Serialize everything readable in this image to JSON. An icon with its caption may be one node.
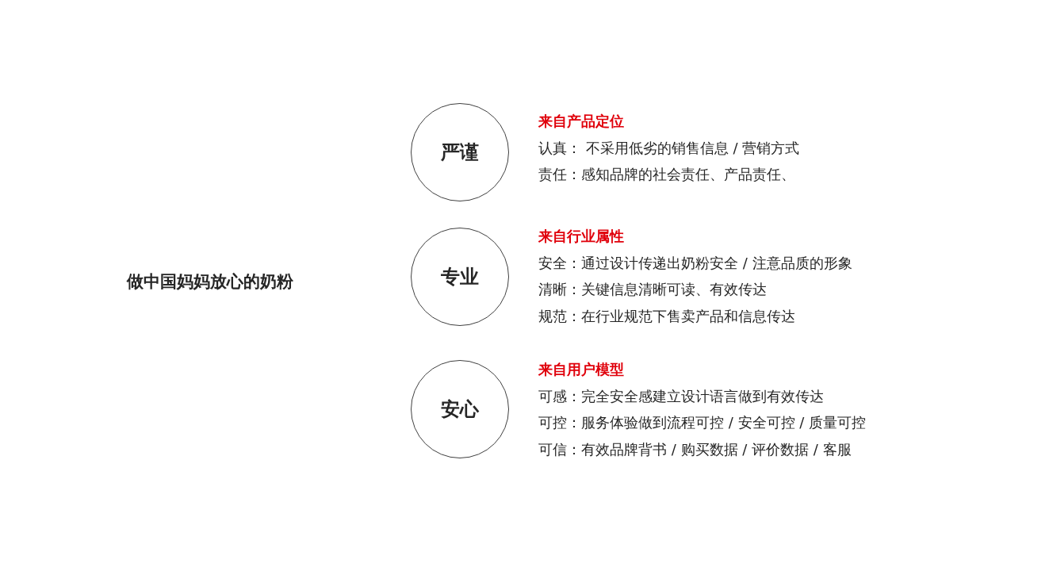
{
  "diagram": {
    "title": "做中国妈妈放心的奶粉",
    "nodes": [
      {
        "text": [
          "严谨"
        ],
        "beside": [
          "来自产品定位",
          "认真： 不采用低劣的销售信息 / 营销方式",
          "责任：感知品牌的社会责任、产品责任、"
        ]
      },
      {
        "text": [
          "专业"
        ],
        "beside": [
          "来自行业属性",
          "安全：通过设计传递出奶粉安全 / 注意品质的形象",
          "清晰：关键信息清晰可读、有效传达",
          "规范：在行业规范下售卖产品和信息传达"
        ]
      },
      {
        "text": [
          "安心"
        ],
        "beside": [
          "来自用户模型",
          "可感：完全安全感建立设计语言做到有效传达",
          "可控：服务体验做到流程可控 / 安全可控 / 质量可控",
          "可信：有效品牌背书 / 购买数据 / 评价数据 / 客服"
        ]
      }
    ]
  }
}
